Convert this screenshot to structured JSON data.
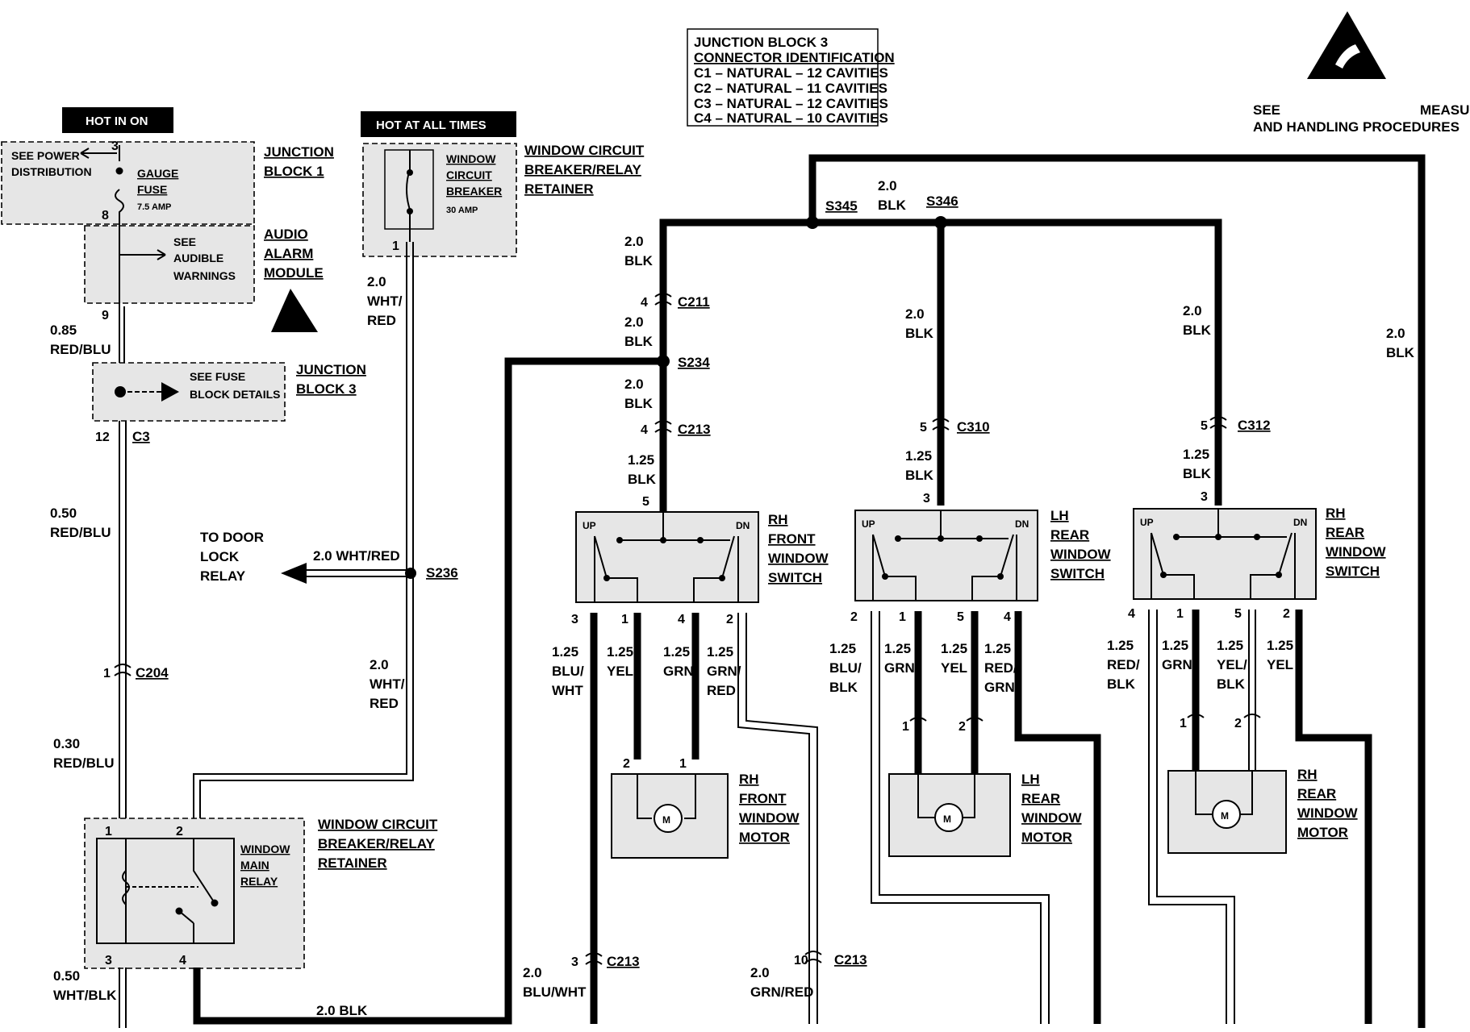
{
  "junction_block_3_legend": {
    "title": "JUNCTION BLOCK 3",
    "subtitle": "CONNECTOR IDENTIFICATION",
    "lines": [
      "C1 – NATURAL – 12 CAVITIES",
      "C2 – NATURAL – 11 CAVITIES",
      "C3 – NATURAL – 12 CAVITIES",
      "C4 – NATURAL – 10 CAVITIES"
    ]
  },
  "esd_note": {
    "line1_left": "SEE",
    "line1_right": "MEASURING",
    "line2": "AND HANDLING PROCEDURES"
  },
  "headers": {
    "hot_in_on": "HOT IN ON",
    "hot_at_all_times": "HOT AT ALL TIMES"
  },
  "fuse_area": {
    "see_power": "SEE POWER",
    "distribution": "DISTRIBUTION",
    "gauge": "GAUGE",
    "fuse": "FUSE",
    "rating": "7.5 AMP",
    "junction_block": [
      "JUNCTION",
      "BLOCK 1"
    ],
    "pin_top": "3",
    "pin_bottom": "8"
  },
  "audio_alarm": {
    "see": "SEE",
    "audible": "AUDIBLE",
    "warnings": "WARNINGS",
    "label": [
      "AUDIO",
      "ALARM",
      "MODULE"
    ],
    "pin_out": "9"
  },
  "jb3": {
    "see_fuse": "SEE FUSE",
    "block_details": "BLOCK DETAILS",
    "label": [
      "JUNCTION",
      "BLOCK 3"
    ],
    "pin": "12",
    "conn": "C3"
  },
  "cb_top": {
    "window": "WINDOW",
    "circuit": "CIRCUIT",
    "breaker": "BREAKER",
    "rating": "30 AMP",
    "label": [
      "WINDOW CIRCUIT",
      "BREAKER/RELAY",
      "RETAINER"
    ],
    "pin": "1"
  },
  "wires_left": {
    "w1": [
      "0.85",
      "RED/BLU"
    ],
    "w2": [
      "0.50",
      "RED/BLU"
    ],
    "w3_pin": "1",
    "w3_conn": "C204",
    "w4": [
      "0.30",
      "RED/BLU"
    ],
    "w5": [
      "0.50",
      "WHT/BLK"
    ],
    "cb_out": [
      "2.0",
      "WHT/",
      "RED"
    ],
    "cb_out2": [
      "2.0",
      "WHT/",
      "RED"
    ],
    "splice_label": "2.0 WHT/RED",
    "splice": "S236",
    "door_lock": [
      "TO DOOR",
      "LOCK",
      "RELAY"
    ],
    "ground_run": "2.0 BLK"
  },
  "main_relay": {
    "pins": {
      "p1": "1",
      "p2": "2",
      "p3": "3",
      "p4": "4"
    },
    "relay_label": [
      "WINDOW",
      "MAIN",
      "RELAY"
    ],
    "label": [
      "WINDOW CIRCUIT",
      "BREAKER/RELAY",
      "RETAINER"
    ]
  },
  "ground_bus": {
    "s345": "S345",
    "s346": "S346",
    "bus_wire": [
      "2.0",
      "BLK"
    ],
    "left_drop": [
      "2.0",
      "BLK"
    ],
    "right_drop": [
      "2.0",
      "BLK"
    ],
    "mid_drop": [
      "2.0",
      "BLK"
    ],
    "rr_drop": [
      "2.0",
      "BLK"
    ]
  },
  "rh_front": {
    "c211_pin": "4",
    "c211": "C211",
    "w_a": [
      "2.0",
      "BLK"
    ],
    "s234": "S234",
    "w_b": [
      "2.0",
      "BLK"
    ],
    "c213_pin": "4",
    "c213": "C213",
    "w_c": [
      "1.25",
      "BLK"
    ],
    "pin_in": "5",
    "switch_label": [
      "RH",
      "FRONT",
      "WINDOW",
      "SWITCH"
    ],
    "up": "UP",
    "dn": "DN",
    "out_pins": [
      "3",
      "1",
      "4",
      "2"
    ],
    "out_wires": [
      [
        "1.25",
        "BLU/",
        "WHT"
      ],
      [
        "1.25",
        "YEL"
      ],
      [
        "1.25",
        "GRN"
      ],
      [
        "1.25",
        "GRN/",
        "RED"
      ]
    ],
    "motor_pins": [
      "2",
      "1"
    ],
    "motor_label": [
      "RH",
      "FRONT",
      "WINDOW",
      "MOTOR"
    ],
    "c213b_pin1": "3",
    "c213b_1": "C213",
    "c213b_pin2": "10",
    "c213b_2": "C213",
    "exit1": [
      "2.0",
      "BLU/WHT"
    ],
    "exit2": [
      "2.0",
      "GRN/RED"
    ]
  },
  "lh_rear": {
    "c310_pin": "5",
    "c310": "C310",
    "w_in": [
      "1.25",
      "BLK"
    ],
    "pin_in": "3",
    "switch_label": [
      "LH",
      "REAR",
      "WINDOW",
      "SWITCH"
    ],
    "up": "UP",
    "dn": "DN",
    "out_pins": [
      "2",
      "1",
      "5",
      "4"
    ],
    "out_wires": [
      [
        "1.25",
        "BLU/",
        "BLK"
      ],
      [
        "1.25",
        "GRN"
      ],
      [
        "1.25",
        "YEL"
      ],
      [
        "1.25",
        "RED/",
        "GRN"
      ]
    ],
    "motor_pins": [
      "1",
      "2"
    ],
    "motor_label": [
      "LH",
      "REAR",
      "WINDOW",
      "MOTOR"
    ]
  },
  "rh_rear": {
    "c312_pin": "5",
    "c312": "C312",
    "w_in": [
      "1.25",
      "BLK"
    ],
    "pin_in": "3",
    "switch_label": [
      "RH",
      "REAR",
      "WINDOW",
      "SWITCH"
    ],
    "up": "UP",
    "dn": "DN",
    "out_pins": [
      "4",
      "1",
      "5",
      "2"
    ],
    "out_wires": [
      [
        "1.25",
        "RED/",
        "BLK"
      ],
      [
        "1.25",
        "GRN"
      ],
      [
        "1.25",
        "YEL/",
        "BLK"
      ],
      [
        "1.25",
        "YEL"
      ]
    ],
    "motor_pins": [
      "1",
      "2"
    ],
    "motor_label": [
      "RH",
      "REAR",
      "WINDOW",
      "MOTOR"
    ]
  }
}
